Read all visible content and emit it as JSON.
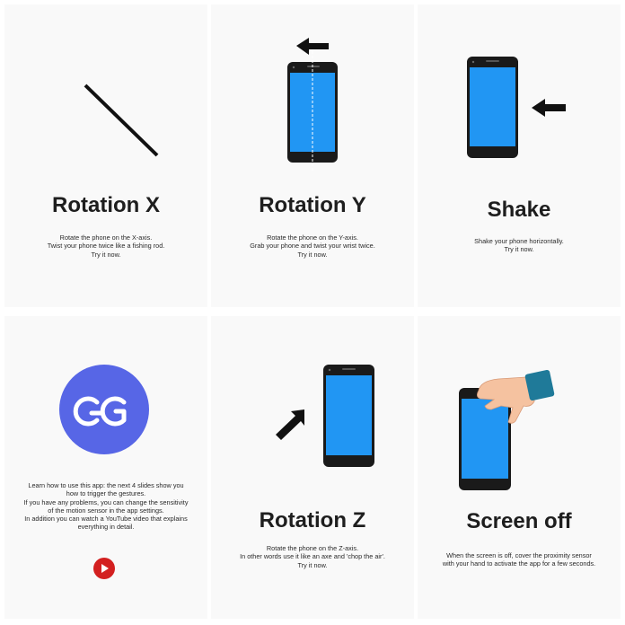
{
  "slides": [
    {
      "title": "Rotation X",
      "lines": [
        "Rotate the phone on the X-axis.",
        "Twist your phone twice like a fishing rod.",
        "Try it now."
      ]
    },
    {
      "title": "Rotation Y",
      "lines": [
        "Rotate the phone on the Y-axis.",
        "Grab your phone and twist your wrist twice.",
        "Try it now."
      ]
    },
    {
      "title": "Shake",
      "lines": [
        "Shake your phone horizontally.",
        "Try it now."
      ]
    },
    {
      "title": "",
      "lines": [
        "Learn how to use this app: the next 4 slides show you",
        "how to trigger the gestures.",
        "If you have any problems, you can change the sensitivity",
        "of the motion sensor in the app settings.",
        "In addition you can watch a YouTube video that explains",
        "everything in detail."
      ]
    },
    {
      "title": "Rotation Z",
      "lines": [
        "Rotate the phone on the Z-axis.",
        "In other words use it like an axe and 'chop the air'.",
        "Try it now."
      ]
    },
    {
      "title": "Screen off",
      "lines": [
        "When the screen is off, cover the proximity sensor",
        "with your hand to activate the app for a few seconds."
      ]
    }
  ],
  "icons": {
    "phone": "phone-icon",
    "arrow": "arrow-icon",
    "app_logo": "gesture-app-logo",
    "youtube": "youtube-play-icon",
    "hand": "hand-icon"
  },
  "colors": {
    "screen_blue": "#2196f3",
    "logo_purple": "#5766e6",
    "youtube_red": "#d32020",
    "skin": "#f5c2a0",
    "sleeve": "#1f7a99"
  }
}
